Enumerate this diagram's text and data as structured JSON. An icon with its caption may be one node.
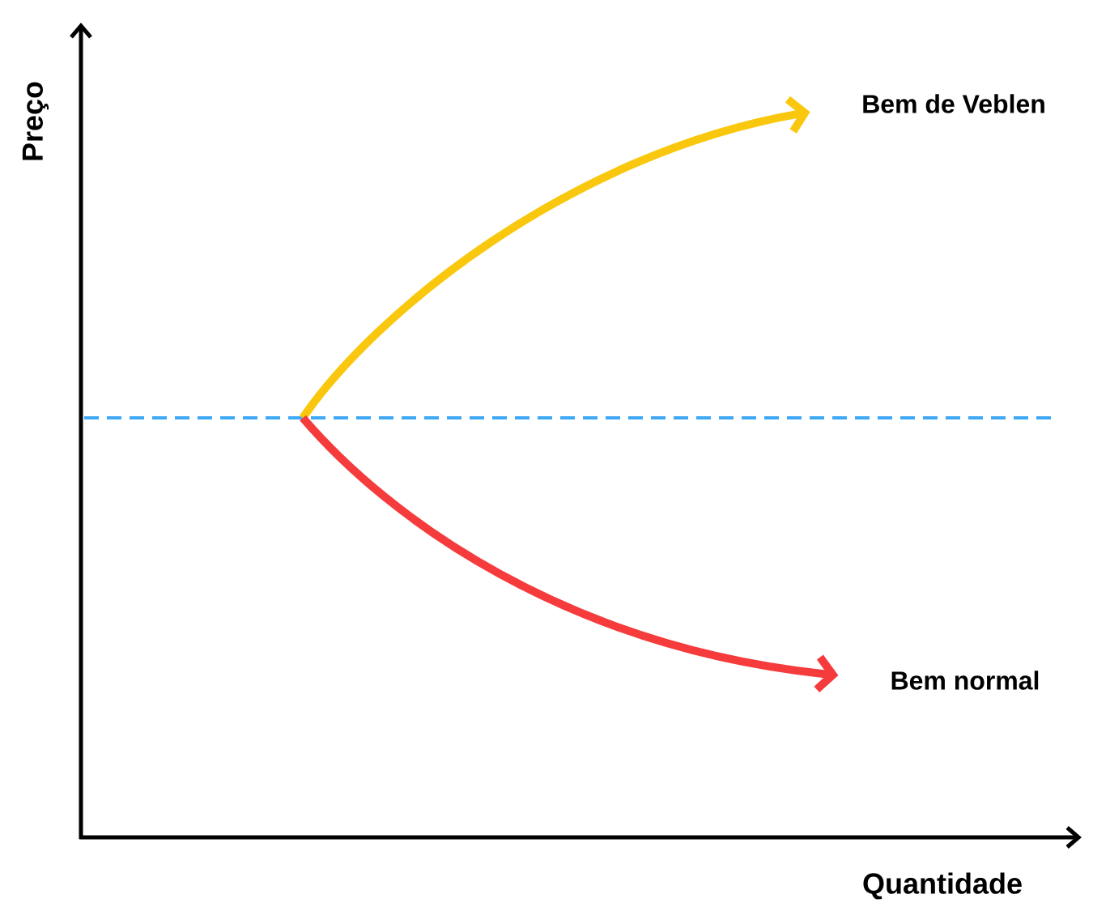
{
  "diagram": {
    "nodes": [
      {
        "text": [
          "Bem de Veblen"
        ]
      },
      {
        "text": [
          "Bem normal"
        ]
      }
    ],
    "edges": [
      {
        "from": null,
        "to": 0,
        "arrow": "to",
        "color": "#f9c80e"
      },
      {
        "from": null,
        "to": 1,
        "arrow": "to",
        "color": "#f53b3b"
      }
    ],
    "labels": [
      "Preço",
      "Quantidade"
    ]
  }
}
